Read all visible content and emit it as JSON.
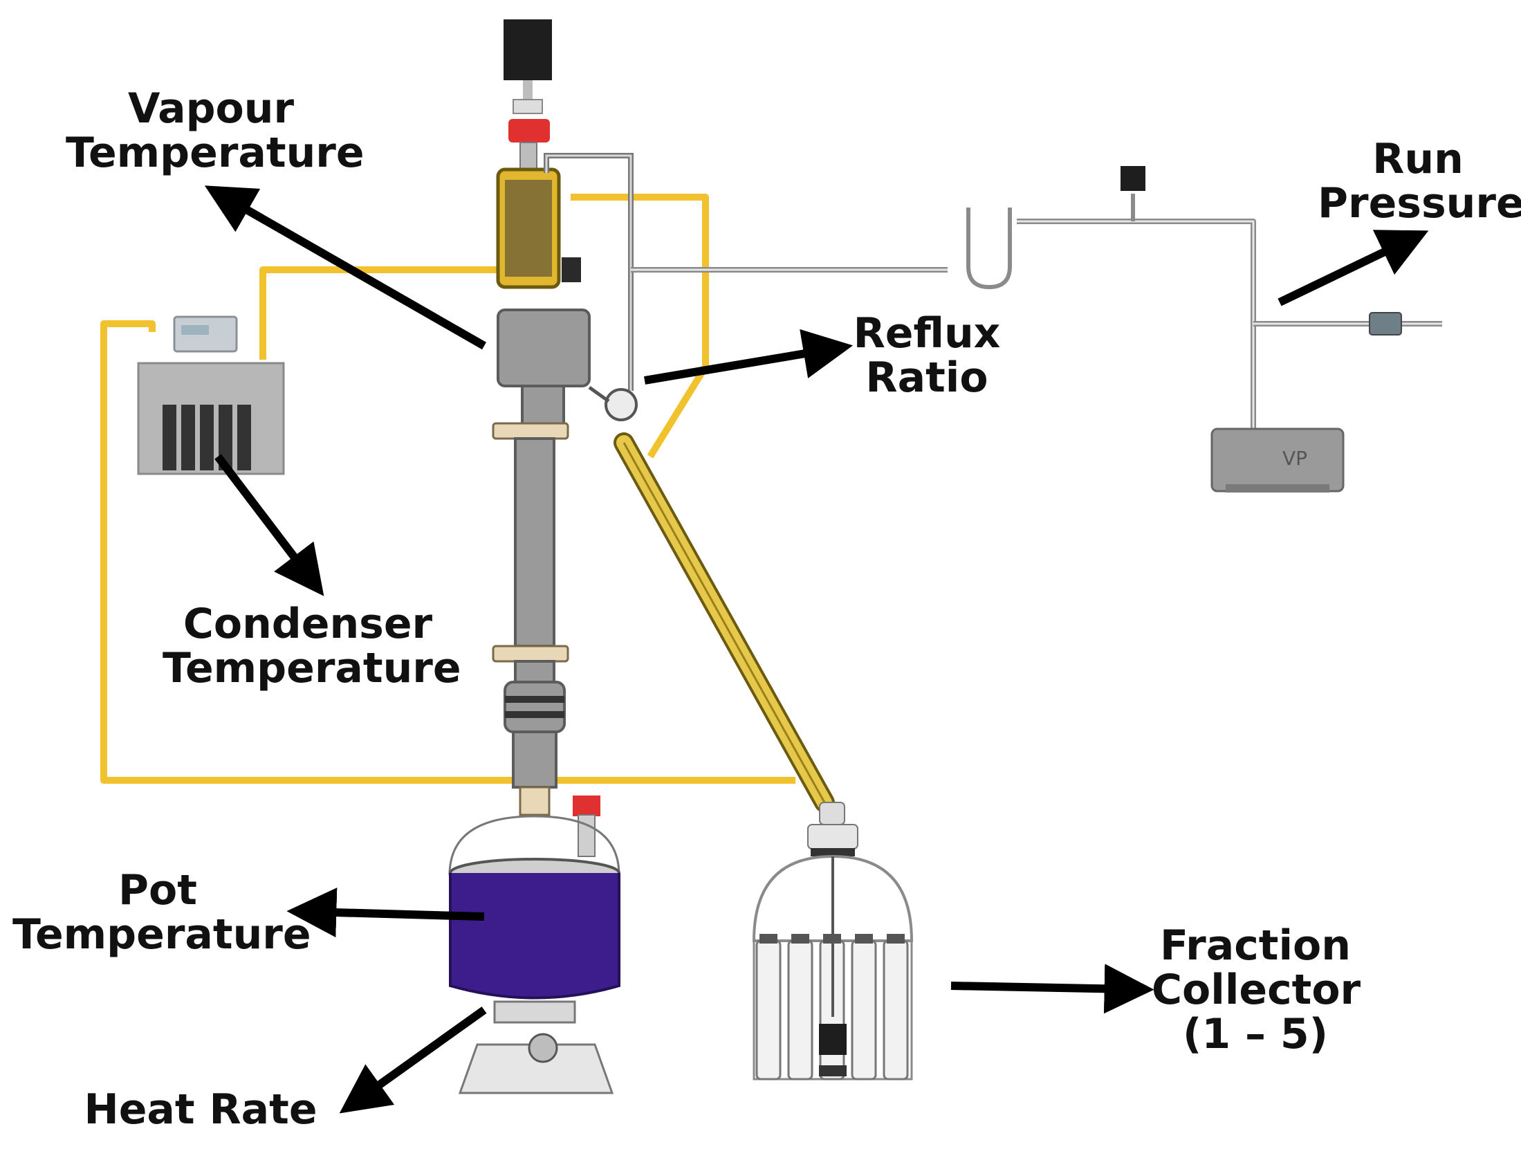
{
  "labels": {
    "vapour_temperature": [
      "Vapour",
      "Temperature"
    ],
    "run_pressure": [
      "Run",
      "Pressure"
    ],
    "reflux_ratio": [
      "Reflux",
      "Ratio"
    ],
    "condenser_temperature": [
      "Condenser",
      "Temperature"
    ],
    "pot_temperature": [
      "Pot",
      "Temperature"
    ],
    "fraction_collector": [
      "Fraction",
      "Collector",
      "(1 – 5)"
    ],
    "heat_rate": "Heat Rate"
  },
  "vacuum_pump_label": "VP",
  "colors": {
    "coolant_line": "#f2c12e",
    "column_grey": "#9a9a9a",
    "mantle_purple": "#3d1c8c",
    "arrow": "#000000",
    "valve_red": "#e03030"
  },
  "icons": {
    "chiller": "chiller-icon",
    "vacuum_pump": "vacuum-pump-icon",
    "heating_mantle": "heating-mantle-icon",
    "fraction_collector": "fraction-collector-icon"
  }
}
